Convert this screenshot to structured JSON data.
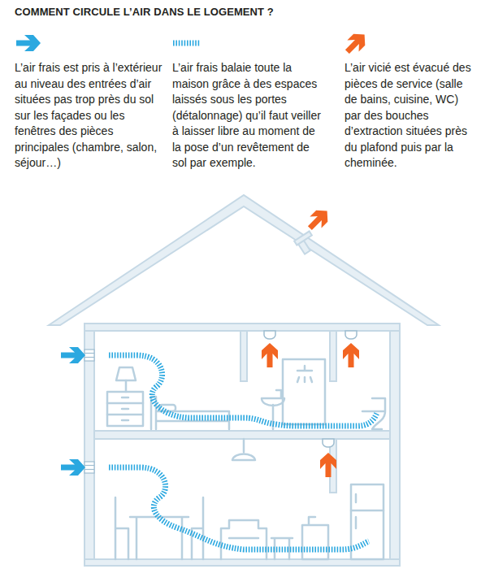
{
  "diagram": {
    "title": "COMMENT CIRCULE L’AIR DANS LE LOGEMENT ?",
    "legend": [
      {
        "text": "L’air frais est pris à l’extérieur au niveau des entrées d’air situées pas trop près du sol sur les façades ou les fenêtres des pièces principales (chambre, salon, séjour…)"
      },
      {
        "text": "L’air frais balaie toute la maison grâce à des espaces laissés sous les portes (détalonnage) qu’il faut veiller à laisser libre au moment de la pose d’un revêtement de sol par exemple."
      },
      {
        "text": "L’air vicié est évacué des pièces de service (salle de bains, cuisine, WC) par des bouches d’extraction situées près du plafond puis par la cheminée."
      }
    ]
  }
}
